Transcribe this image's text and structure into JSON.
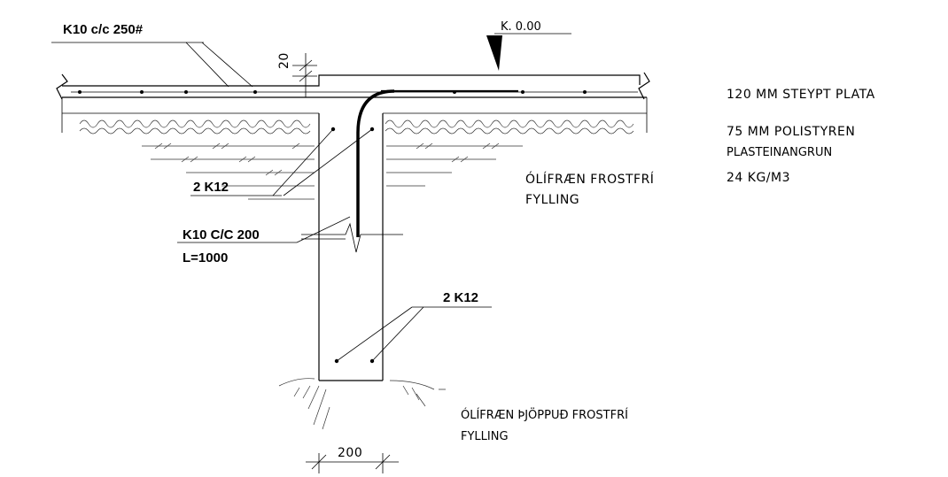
{
  "labels": {
    "slab_rebar": "K10 c/c 250#",
    "level": "K. 0.00",
    "cover_dim": "20",
    "slab": "120 MM STEYPT PLATA",
    "insulation_line1": "75 MM POLISTYREN",
    "insulation_line2": "PLASTEINANGRUN",
    "insulation_line3": "24 KG/M3",
    "fill_line1": "ÓLÍFRÆN FROSTFRÍ",
    "fill_line2": "FYLLING",
    "beam_top_bars": "2 K12",
    "stirrups_line1": "K10 C/C 200",
    "stirrups_line2": "L=1000",
    "beam_bottom_bars": "2 K12",
    "base_fill_line1": "ÓLÍFRÆN ÞJÖPPUÐ FROSTFRÍ",
    "base_fill_line2": "FYLLING",
    "width_dim": "200"
  },
  "colors": {
    "ink": "#000000",
    "paper": "#ffffff"
  },
  "icons": {
    "level_marker": "level-triangle-icon"
  }
}
